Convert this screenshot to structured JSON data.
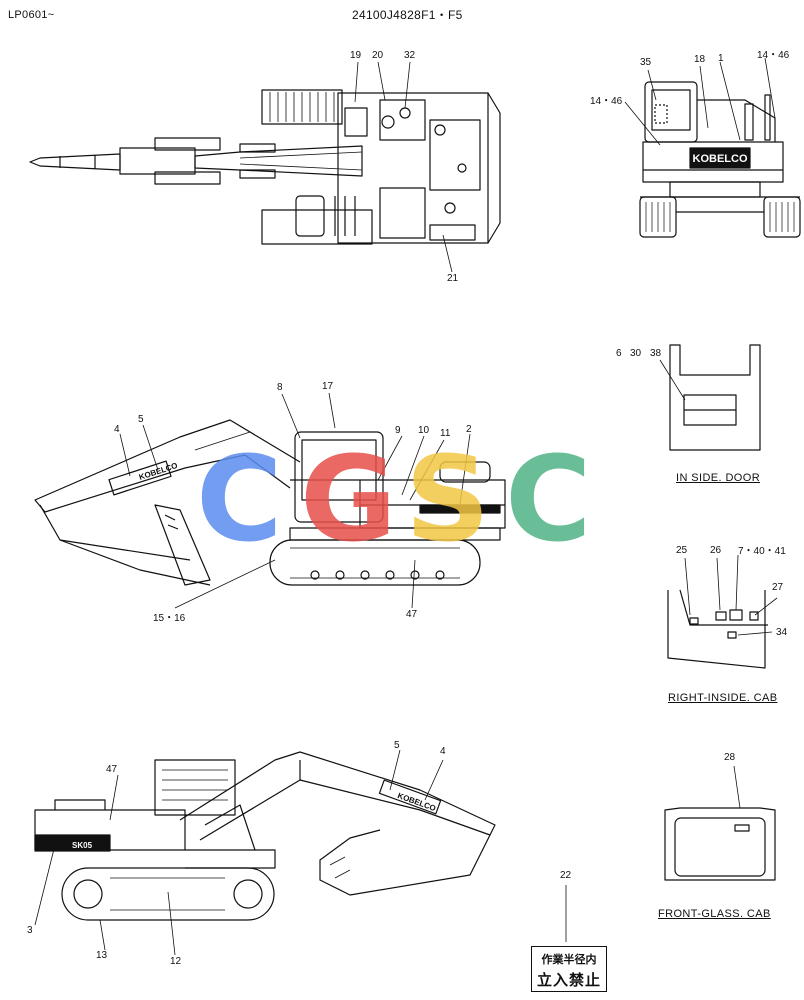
{
  "header": {
    "left_code": "LP0601~",
    "center_code": "24100J4828F1・F5"
  },
  "captions": {
    "inside_door": "IN SIDE. DOOR",
    "right_inside_cab": "RIGHT-INSIDE. CAB",
    "front_glass_cab": "FRONT-GLASS. CAB"
  },
  "callouts": {
    "top_view": [
      "19",
      "20",
      "32",
      "21"
    ],
    "rear_view": [
      "35",
      "18",
      "1",
      "14・46",
      "14・46"
    ],
    "side_right": [
      "8",
      "17",
      "4",
      "5",
      "9",
      "10",
      "11",
      "2",
      "15・16",
      "47"
    ],
    "inside_door": [
      "6",
      "30",
      "38"
    ],
    "right_inside_cab": [
      "25",
      "26",
      "7・40・41",
      "27",
      "34"
    ],
    "side_left": [
      "47",
      "5",
      "4",
      "3",
      "13",
      "12"
    ],
    "front_glass": [
      "28"
    ],
    "sign": [
      "22"
    ]
  },
  "decals": {
    "brand": "KOBELCO",
    "model_mark": "SK05"
  },
  "warning_sign": {
    "line1": "作業半径内",
    "line2": "立入禁止"
  },
  "watermark": {
    "text": "CGSC",
    "colors": [
      "#5b8def",
      "#e8504a",
      "#f2c744",
      "#4fb386"
    ]
  }
}
